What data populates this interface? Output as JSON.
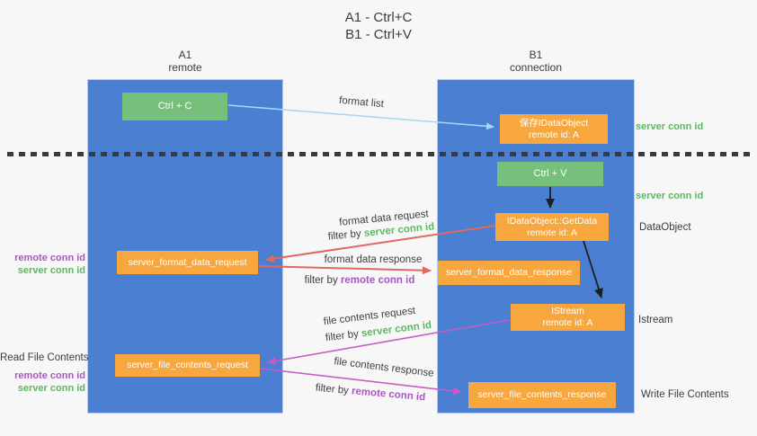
{
  "title": {
    "line1": "A1 - Ctrl+C",
    "line2": "B1 - Ctrl+V"
  },
  "columns": {
    "left": {
      "name": "A1",
      "role": "remote"
    },
    "right": {
      "name": "B1",
      "role": "connection"
    }
  },
  "nodes": {
    "ctrl_c": {
      "label": "Ctrl + C"
    },
    "save_idataobject": {
      "line1": "保存IDataObject",
      "line2": "remote id: A"
    },
    "ctrl_v": {
      "label": "Ctrl + V"
    },
    "getdata": {
      "line1": "IDataObject::GetData",
      "line2": "remote id: A"
    },
    "format_request": {
      "label": "server_format_data_request"
    },
    "format_response": {
      "label": "server_format_data_response"
    },
    "istream": {
      "line1": "IStream",
      "line2": "remote id: A"
    },
    "file_request": {
      "label": "server_file_contents_request"
    },
    "file_response": {
      "label": "server_file_contents_response"
    }
  },
  "arrows": {
    "format_list": {
      "label": "format list"
    },
    "format_data_request": {
      "label": "format data request",
      "filter_prefix": "filter by",
      "filter_key": "server conn id"
    },
    "format_data_response": {
      "label": "format data response",
      "filter_prefix": "filter by",
      "filter_key": "remote conn id"
    },
    "file_contents_request": {
      "label": "file contents request",
      "filter_prefix": "filter by",
      "filter_key": "server conn id"
    },
    "file_contents_response": {
      "label": "file contents response",
      "filter_prefix": "filter by",
      "filter_key": "remote conn id"
    }
  },
  "annotations": {
    "save_server_conn_id": "server conn id",
    "ctrlv_server_conn_id": "server conn id",
    "dataobject": "DataObject",
    "istream": "Istream",
    "write_file_contents": "Write File Contents",
    "read_file_contents": "Read File Contents",
    "request_remote_conn_id": "remote conn id",
    "request_server_conn_id": "server conn id",
    "file_remote_conn_id": "remote conn id",
    "file_server_conn_id": "server conn id"
  },
  "colors": {
    "column_blue": "#4a7fd2",
    "box_green": "#77c07b",
    "box_orange": "#f8a73e",
    "green_text": "#5cb862",
    "purple_text": "#ab57c3",
    "red_arrow": "#e0695f",
    "magenta_arrow": "#c45ec6",
    "blue_arrow": "#a8d7f6",
    "black_arrow": "#1f1f1f"
  }
}
